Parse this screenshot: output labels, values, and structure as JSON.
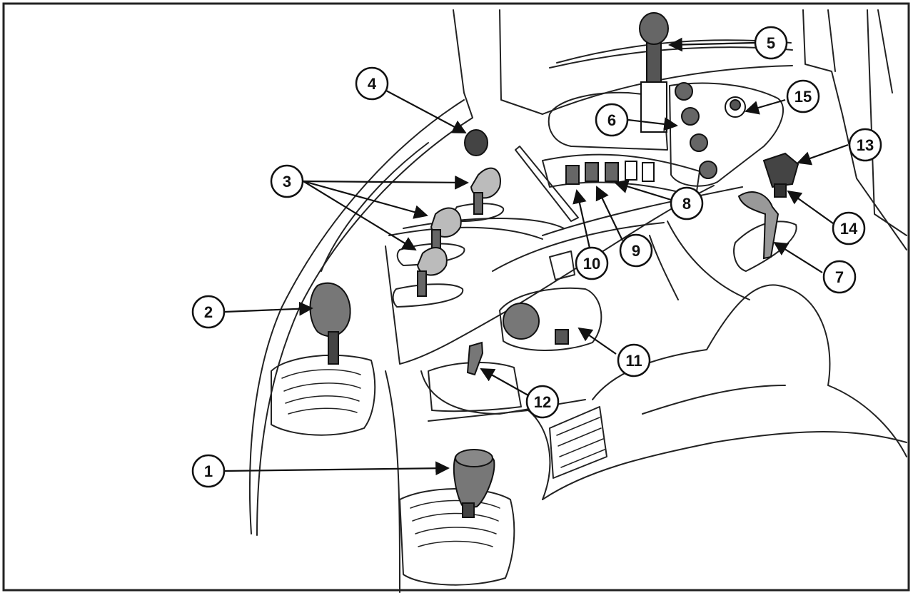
{
  "figure": {
    "callouts": [
      {
        "id": "1",
        "label": "1"
      },
      {
        "id": "2",
        "label": "2"
      },
      {
        "id": "3",
        "label": "3"
      },
      {
        "id": "4",
        "label": "4"
      },
      {
        "id": "5",
        "label": "5"
      },
      {
        "id": "6",
        "label": "6"
      },
      {
        "id": "7",
        "label": "7"
      },
      {
        "id": "8",
        "label": "8"
      },
      {
        "id": "9",
        "label": "9"
      },
      {
        "id": "10",
        "label": "10"
      },
      {
        "id": "11",
        "label": "11"
      },
      {
        "id": "12",
        "label": "12"
      },
      {
        "id": "13",
        "label": "13"
      },
      {
        "id": "14",
        "label": "14"
      },
      {
        "id": "15",
        "label": "15"
      }
    ]
  }
}
